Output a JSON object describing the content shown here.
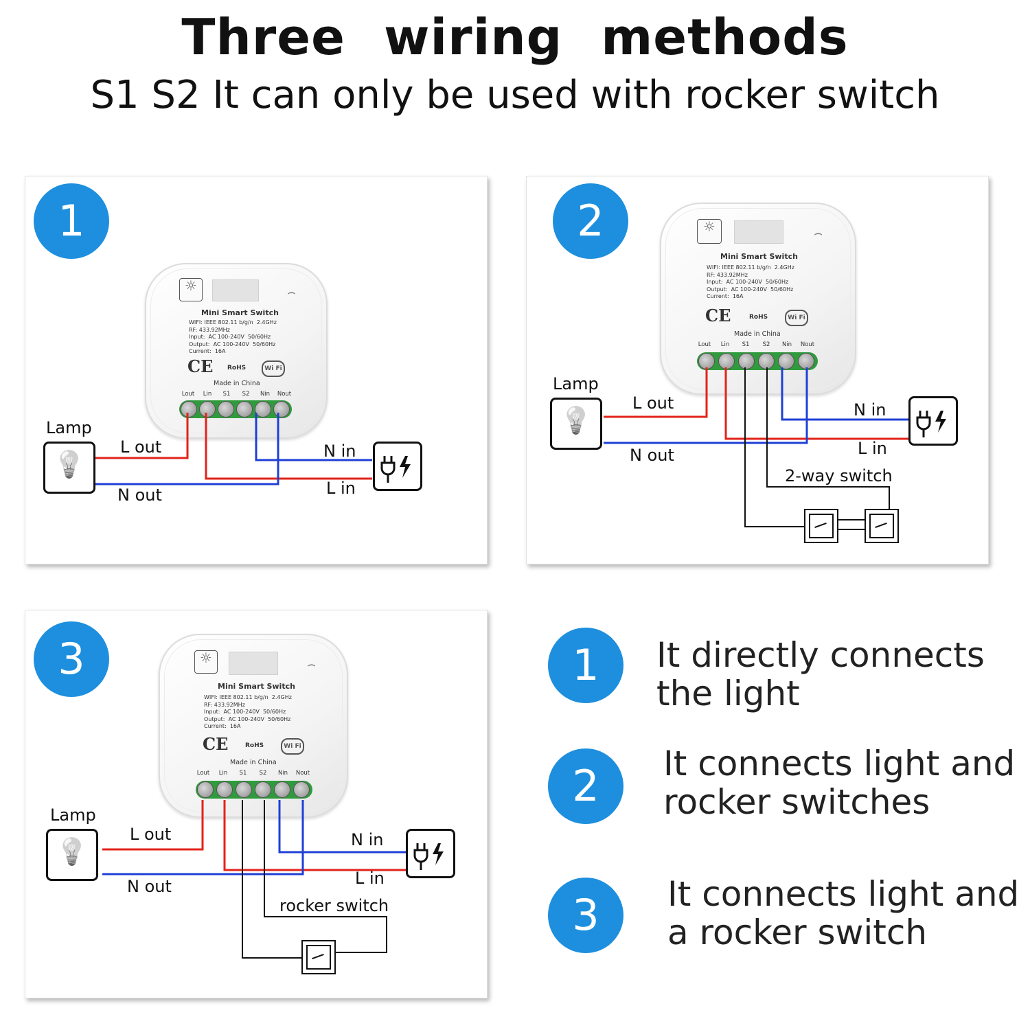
{
  "title": "Three  wiring methods",
  "subtitle": "S1 S2 It can only  be used with rocker switch",
  "colors": {
    "badge": "#1d8fde",
    "live_wire": "#e2231a",
    "neutral_wire": "#1f3fd6",
    "switch_wire": "#111111",
    "terminal_strip": "#2f9b3c"
  },
  "device": {
    "name": "Mini Smart Switch",
    "specs": "WIFI: IEEE 802.11 b/g/n  2.4GHz\nRF: 433.92MHz\nInput:  AC 100-240V  50/60Hz\nOutput:  AC 100-240V  50/60Hz\nCurrent:  16A",
    "ce": "CE",
    "rohs": "RoHS",
    "wifi_logo": "Wi Fi",
    "made_in": "Made in China",
    "terminals": [
      "Lout",
      "Lin",
      "S1",
      "S2",
      "Nin",
      "Nout"
    ]
  },
  "icons": {
    "lamp": "light-bulb-icon",
    "power": "power-plug-icon",
    "switch": "rocker-switch-icon",
    "wifi": "wifi-icon",
    "button": "sun-icon"
  },
  "panels": [
    {
      "number": "1",
      "lamp_label": "Lamp",
      "l_out": "L out",
      "n_out": "N out",
      "n_in": "N in",
      "l_in": "L in"
    },
    {
      "number": "2",
      "lamp_label": "Lamp",
      "l_out": "L out",
      "n_out": "N out",
      "n_in": "N in",
      "l_in": "L in",
      "switch_label": "2-way switch"
    },
    {
      "number": "3",
      "lamp_label": "Lamp",
      "l_out": "L out",
      "n_out": "N out",
      "n_in": "N in",
      "l_in": "L in",
      "switch_label": "rocker switch"
    }
  ],
  "descriptions": [
    {
      "number": "1",
      "line1": "It directly connects",
      "line2": "the light"
    },
    {
      "number": "2",
      "line1": "It connects light and",
      "line2": "rocker switches"
    },
    {
      "number": "3",
      "line1": "It connects light and",
      "line2": "a rocker switch"
    }
  ]
}
